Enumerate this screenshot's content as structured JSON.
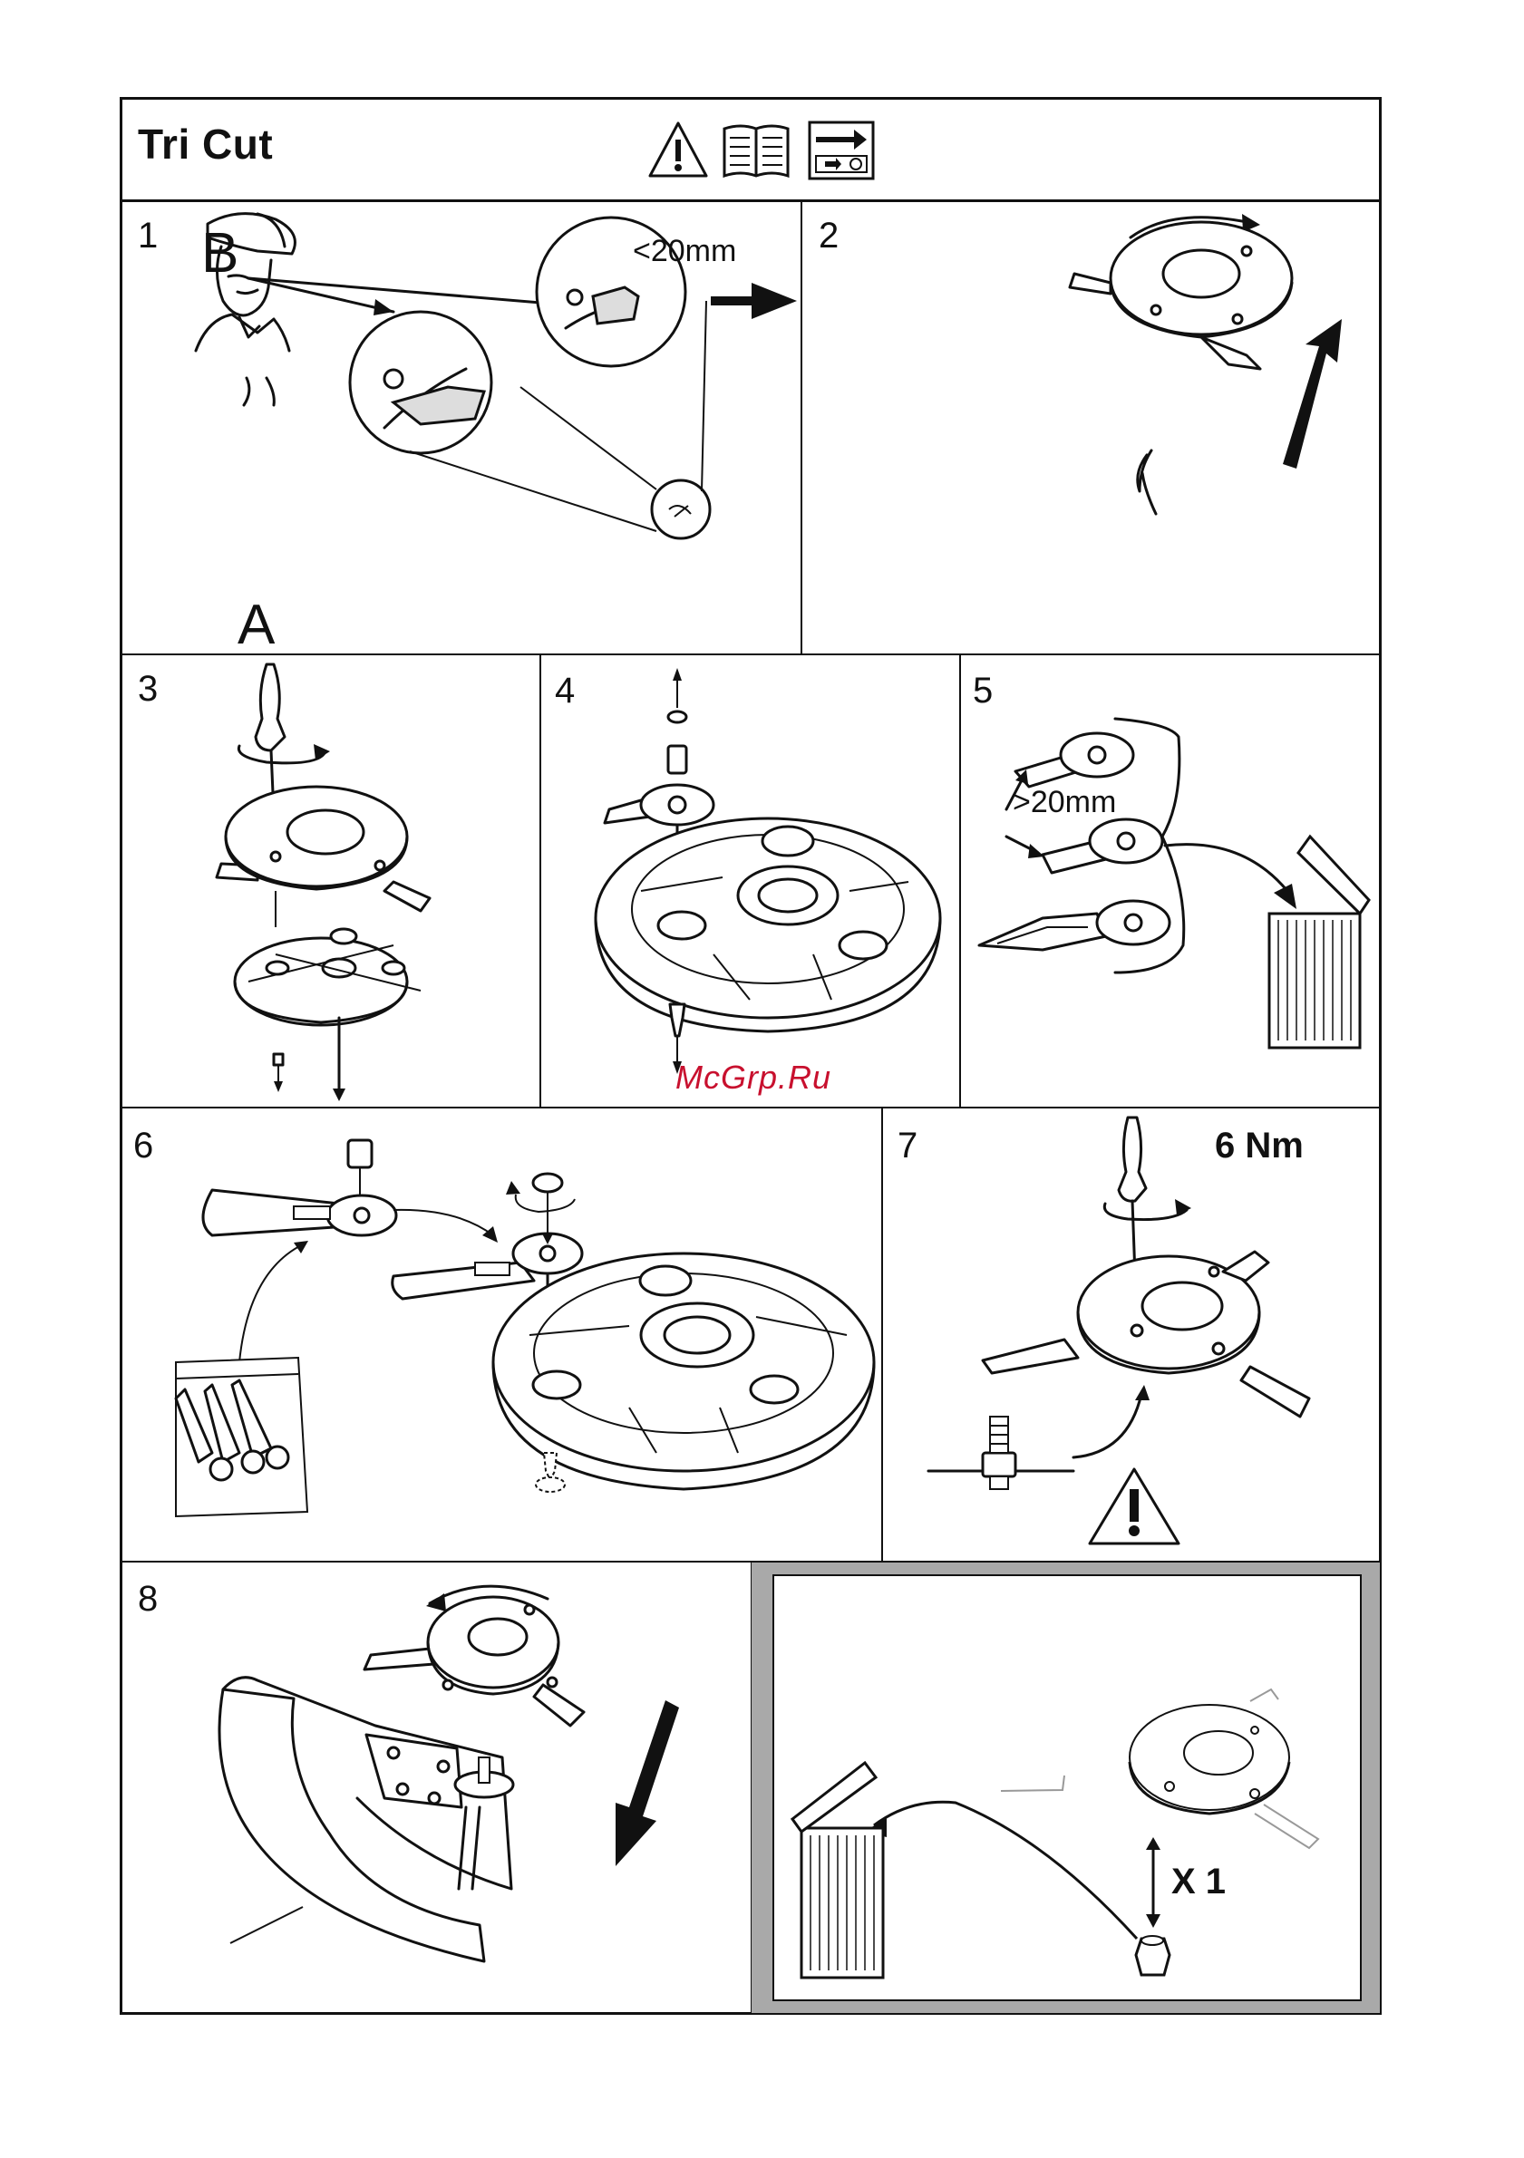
{
  "header": {
    "title": "Tri Cut",
    "icons": [
      "warning-triangle-icon",
      "manual-book-icon",
      "transport-arrow-icon"
    ]
  },
  "panels": [
    {
      "number": "1",
      "labels": {
        "a": "A",
        "b": "B",
        "measure": "<20mm"
      }
    },
    {
      "number": "2"
    },
    {
      "number": "3"
    },
    {
      "number": "4"
    },
    {
      "number": "5",
      "labels": {
        "measure": ">20mm"
      }
    },
    {
      "number": "6"
    },
    {
      "number": "7",
      "labels": {
        "torque": "6 Nm"
      }
    },
    {
      "number": "8"
    },
    {
      "number": "",
      "labels": {
        "quantity": "X 1"
      }
    }
  ],
  "watermark": "McGrp.Ru",
  "colors": {
    "line": "#111111",
    "gray_frame": "#a9a9a9",
    "watermark": "#c8102e"
  }
}
